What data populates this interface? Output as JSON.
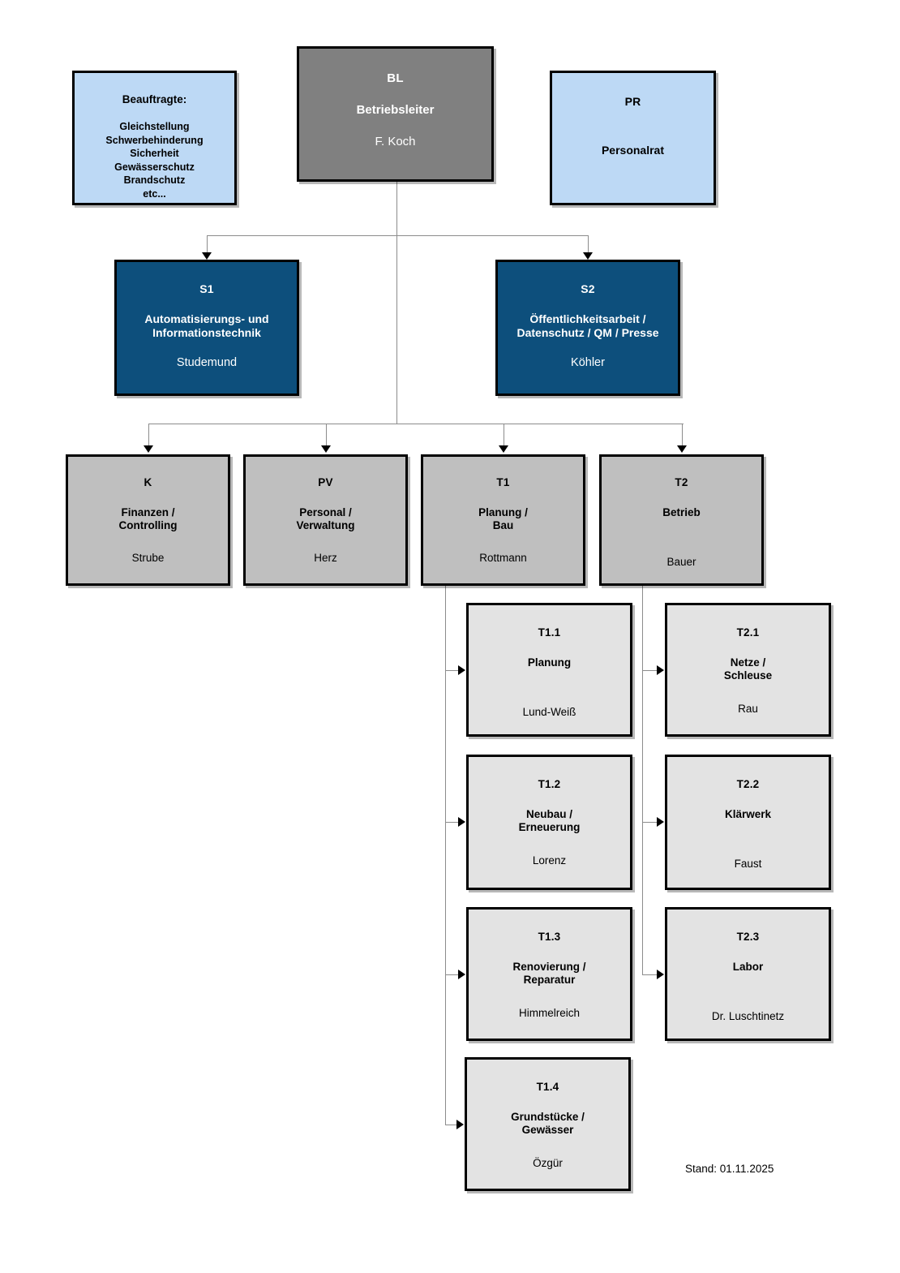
{
  "document": {
    "type": "organizational-chart",
    "language": "de",
    "footer_note": "Stand: 01.11.2025"
  },
  "palette": {
    "leader": "#808080",
    "staff_light_blue": "#bdd9f5",
    "staff_blue": "#0d4f7c",
    "department_gray": "#bfbfbf",
    "subunit_gray": "#e3e3e3",
    "border": "#000000",
    "connector": "#8c8c8c"
  },
  "nodes": {
    "leader": {
      "code": "BL",
      "title": "Betriebsleiter",
      "person": "F. Koch"
    },
    "beauftragte": {
      "heading": "Beauftragte:",
      "items": [
        "Gleichstellung",
        "Schwerbehinderung",
        "Sicherheit",
        "Gewässerschutz",
        "Brandschutz",
        "etc..."
      ]
    },
    "personalrat": {
      "code": "PR",
      "title": "Personalrat",
      "person": ""
    },
    "staff": [
      {
        "code": "S1",
        "title": "Automatisierungs- und Informationstechnik",
        "title_line1": "Automatisierungs- und",
        "title_line2": "Informationstechnik",
        "person": "Studemund"
      },
      {
        "code": "S2",
        "title": "Öffentlichkeitsarbeit / Datenschutz / QM / Presse",
        "title_line1": "Öffentlichkeitsarbeit /",
        "title_line2": "Datenschutz / QM / Presse",
        "person": "Köhler"
      }
    ],
    "departments": [
      {
        "code": "K",
        "title": "Finanzen / Controlling",
        "title_line1": "Finanzen /",
        "title_line2": "Controlling",
        "person": "Strube"
      },
      {
        "code": "PV",
        "title": "Personal / Verwaltung",
        "title_line1": "Personal /",
        "title_line2": "Verwaltung",
        "person": "Herz"
      },
      {
        "code": "T1",
        "title": "Planung / Bau",
        "title_line1": "Planung /",
        "title_line2": "Bau",
        "person": "Rottmann"
      },
      {
        "code": "T2",
        "title": "Betrieb",
        "title_line1": "Betrieb",
        "title_line2": "",
        "person": "Bauer"
      }
    ],
    "t1_subunits": [
      {
        "code": "T1.1",
        "title": "Planung",
        "title_line1": "Planung",
        "title_line2": "",
        "person": "Lund-Weiß"
      },
      {
        "code": "T1.2",
        "title": "Neubau / Erneuerung",
        "title_line1": "Neubau /",
        "title_line2": "Erneuerung",
        "person": "Lorenz"
      },
      {
        "code": "T1.3",
        "title": "Renovierung / Reparatur",
        "title_line1": "Renovierung /",
        "title_line2": "Reparatur",
        "person": "Himmelreich"
      },
      {
        "code": "T1.4",
        "title": "Grundstücke / Gewässer",
        "title_line1": "Grundstücke /",
        "title_line2": "Gewässer",
        "person": "Özgür"
      }
    ],
    "t2_subunits": [
      {
        "code": "T2.1",
        "title": "Netze / Schleuse",
        "title_line1": "Netze /",
        "title_line2": "Schleuse",
        "person": "Rau"
      },
      {
        "code": "T2.2",
        "title": "Klärwerk",
        "title_line1": "Klärwerk",
        "title_line2": "",
        "person": "Faust"
      },
      {
        "code": "T2.3",
        "title": "Labor",
        "title_line1": "Labor",
        "title_line2": "",
        "person": "Dr. Luschtinetz"
      }
    ]
  }
}
